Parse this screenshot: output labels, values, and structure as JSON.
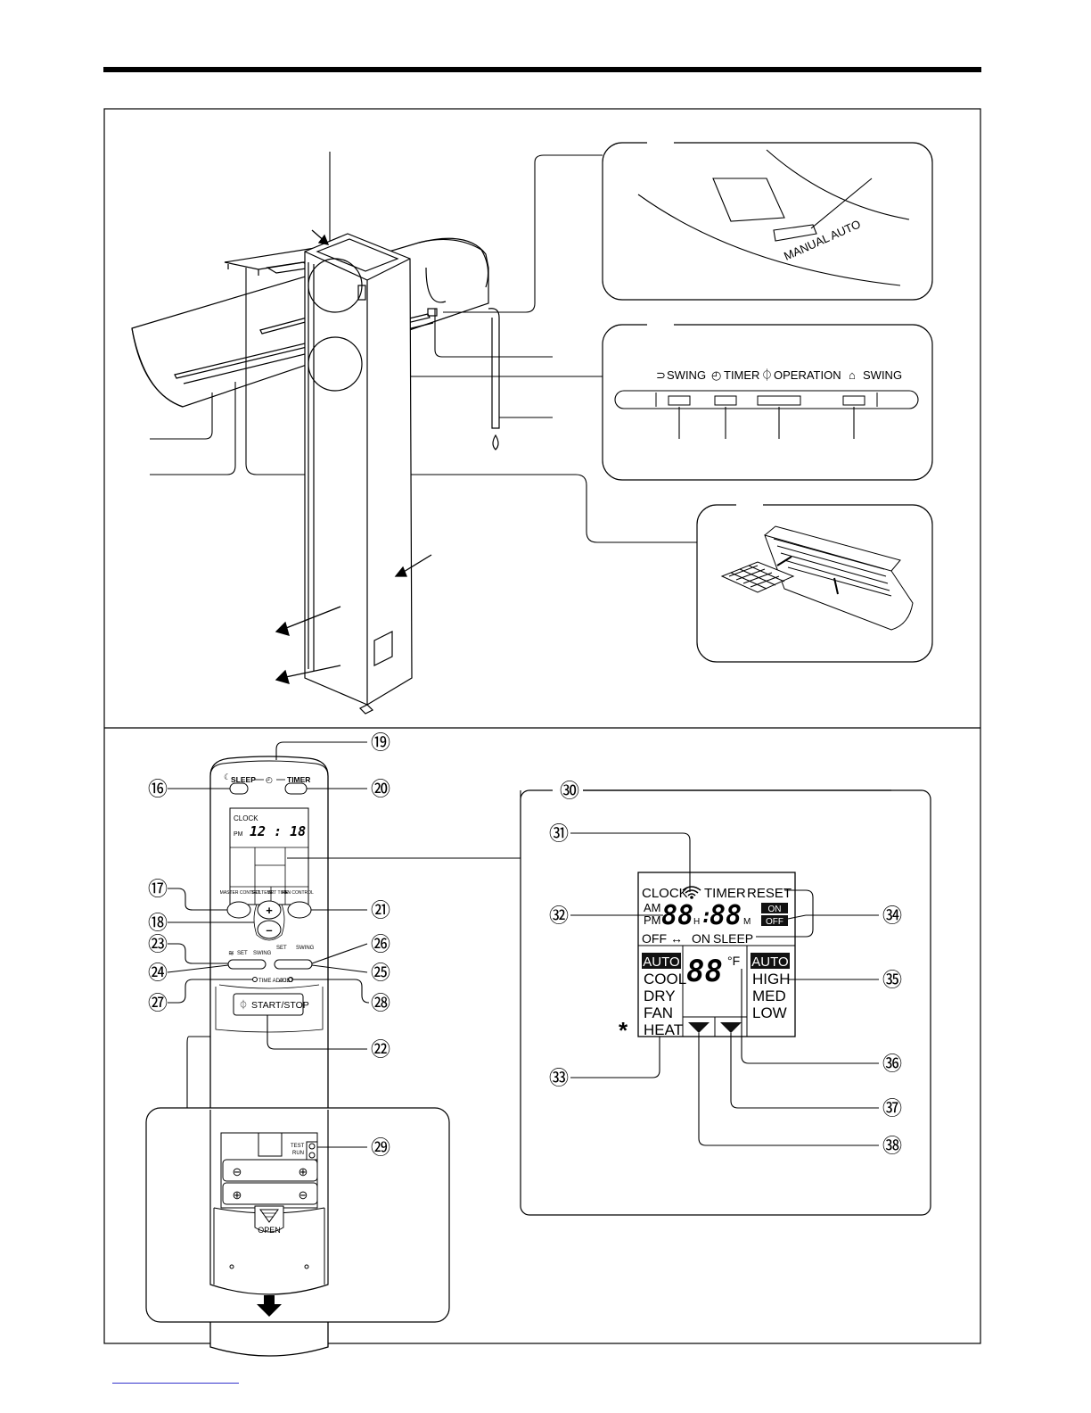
{
  "indoor_unit": {
    "manual_auto_label": "MANUAL AUTO",
    "panel_labels": {
      "swing_left": "SWING",
      "timer": "TIMER",
      "operation": "OPERATION",
      "swing_right": "SWING"
    }
  },
  "remote": {
    "sleep_label": "SLEEP",
    "timer_label": "TIMER",
    "clock_label": "CLOCK",
    "pm_label": "PM",
    "time_display": "12 : 18",
    "master_control_label": "MASTER CONTROL",
    "set_temp_label": "SET TEMP.",
    "set_time_label": "SET TIME",
    "fan_control_label": "FAN CONTROL",
    "plus_symbol": "+",
    "minus_symbol": "–",
    "set_label": "SET",
    "swing_label": "SWING",
    "set_label_2": "SET",
    "swing_label_2": "SWING",
    "time_adjust_label": "TIME ADJUST",
    "acl_label": "ACL",
    "start_stop_label": "START/STOP",
    "test_run_line1": "TEST",
    "test_run_line2": "RUN",
    "open_label": "OPEN"
  },
  "lcd": {
    "clock": "CLOCK",
    "timer": "TIMER",
    "reset": "RESET",
    "am": "AM",
    "pm": "PM",
    "digits_h": "88",
    "h": "H",
    "digits_m": "88",
    "m": "M",
    "on": "ON",
    "off": "OFF",
    "off_on_left": "OFF",
    "off_on_right": "ON",
    "sleep": "SLEEP",
    "modes": [
      "AUTO",
      "COOL",
      "DRY",
      "FAN",
      "HEAT"
    ],
    "temp_digits": "88",
    "deg_f": "°F",
    "fans": [
      "AUTO",
      "HIGH",
      "MED",
      "LOW"
    ],
    "asterisk": "*"
  },
  "callouts": [
    "⑯",
    "⑰",
    "⑱",
    "⑲",
    "⑳",
    "㉑",
    "㉒",
    "㉓",
    "㉔",
    "㉕",
    "㉖",
    "㉗",
    "㉘",
    "㉙",
    "㉚",
    "㉛",
    "㉜",
    "㉝",
    "㉞",
    "㉟",
    "㊱",
    "㊲",
    "㊳"
  ]
}
